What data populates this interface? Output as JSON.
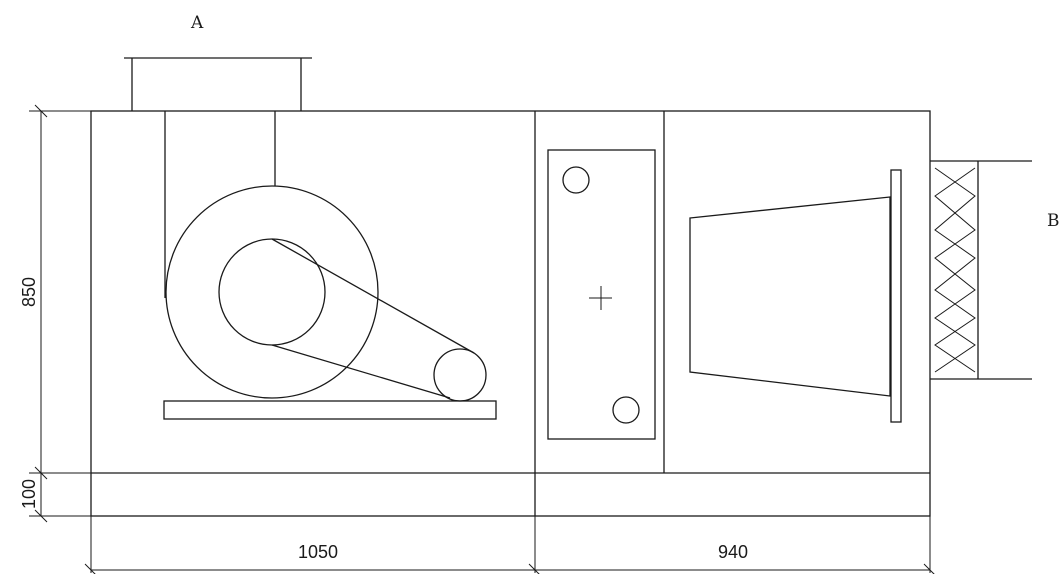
{
  "labels": {
    "inlet": "A",
    "outlet": "B"
  },
  "dimensions": {
    "height_upper": "850",
    "height_base": "100",
    "width_left": "1050",
    "width_right": "940"
  }
}
